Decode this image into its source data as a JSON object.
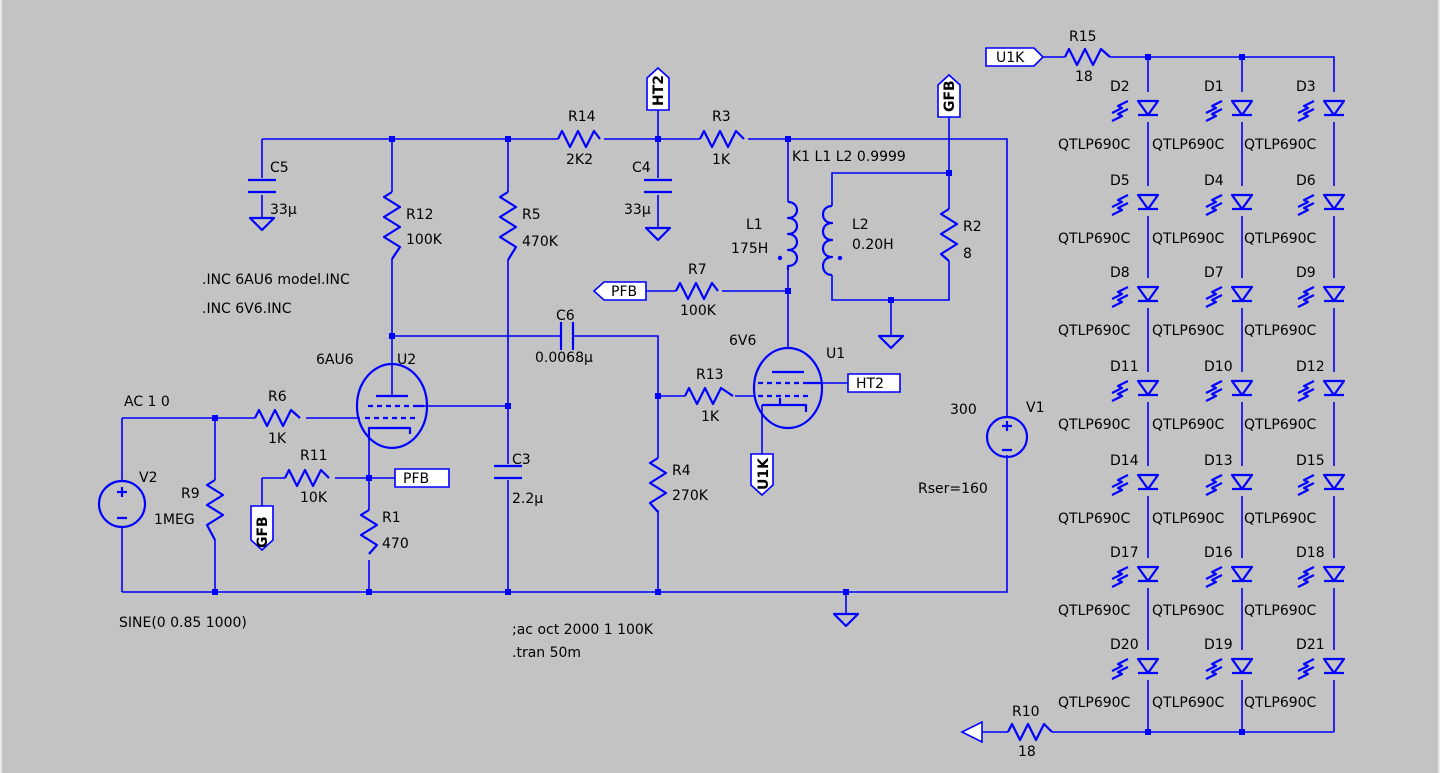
{
  "sheet": {
    "background": "#c3c3c3",
    "wire_color": "#0000ff"
  },
  "directives": {
    "inc1": ".INC 6AU6 model.INC",
    "inc2": ".INC 6V6.INC",
    "coupling": "K1 L1 L2 0.9999",
    "ac_cmd": ";ac oct 2000 1 100K",
    "tran_cmd": ".tran 50m"
  },
  "components": {
    "R15": {
      "ref": "R15",
      "value": "18"
    },
    "R10": {
      "ref": "R10",
      "value": "18"
    },
    "R14": {
      "ref": "R14",
      "value": "2K2"
    },
    "R3": {
      "ref": "R3",
      "value": "1K"
    },
    "R12": {
      "ref": "R12",
      "value": "100K"
    },
    "R5": {
      "ref": "R5",
      "value": "470K"
    },
    "R7": {
      "ref": "R7",
      "value": "100K"
    },
    "R2": {
      "ref": "R2",
      "value": "8"
    },
    "R6": {
      "ref": "R6",
      "value": "1K"
    },
    "R11": {
      "ref": "R11",
      "value": "10K"
    },
    "R1": {
      "ref": "R1",
      "value": "470"
    },
    "R9": {
      "ref": "R9",
      "value": "1MEG"
    },
    "R13": {
      "ref": "R13",
      "value": "1K"
    },
    "R4": {
      "ref": "R4",
      "value": "270K"
    },
    "C5": {
      "ref": "C5",
      "value": "33µ"
    },
    "C4": {
      "ref": "C4",
      "value": "33µ"
    },
    "C6": {
      "ref": "C6",
      "value": "0.0068µ"
    },
    "C3": {
      "ref": "C3",
      "value": "2.2µ"
    },
    "L1": {
      "ref": "L1",
      "value": "175H"
    },
    "L2": {
      "ref": "L2",
      "value": "0.20H"
    },
    "U2": {
      "ref": "U2",
      "value": "6AU6"
    },
    "U1": {
      "ref": "U1",
      "value": "6V6"
    },
    "V2": {
      "ref": "V2",
      "ac": "AC 1 0",
      "value": "SINE(0 0.85 1000)"
    },
    "V1": {
      "ref": "V1",
      "value": "300",
      "rser": "Rser=160"
    }
  },
  "labels": {
    "ht2": "HT2",
    "gfb": "GFB",
    "pfb": "PFB",
    "u1k": "U1K"
  },
  "led_model": "QTLP690C",
  "leds": [
    [
      "D2",
      "D1",
      "D3"
    ],
    [
      "D5",
      "D4",
      "D6"
    ],
    [
      "D8",
      "D7",
      "D9"
    ],
    [
      "D11",
      "D10",
      "D12"
    ],
    [
      "D14",
      "D13",
      "D15"
    ],
    [
      "D17",
      "D16",
      "D18"
    ],
    [
      "D20",
      "D19",
      "D21"
    ]
  ]
}
